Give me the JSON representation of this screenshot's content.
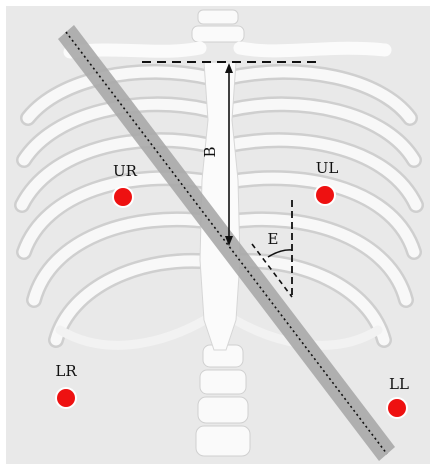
{
  "figure": {
    "labels": {
      "upper_right": "UR",
      "upper_left": "UL",
      "lower_right": "LR",
      "lower_left": "LL",
      "distance": "B",
      "angle": "E"
    },
    "colors": {
      "photo_background": "#e9e9e9",
      "bone": "#f7f7f7",
      "bone_shadow": "#d4d4d4",
      "marker": "#ee1111",
      "marker_ring": "#ffffff",
      "bar": "#a8a8a8",
      "lines": "#111111"
    }
  }
}
